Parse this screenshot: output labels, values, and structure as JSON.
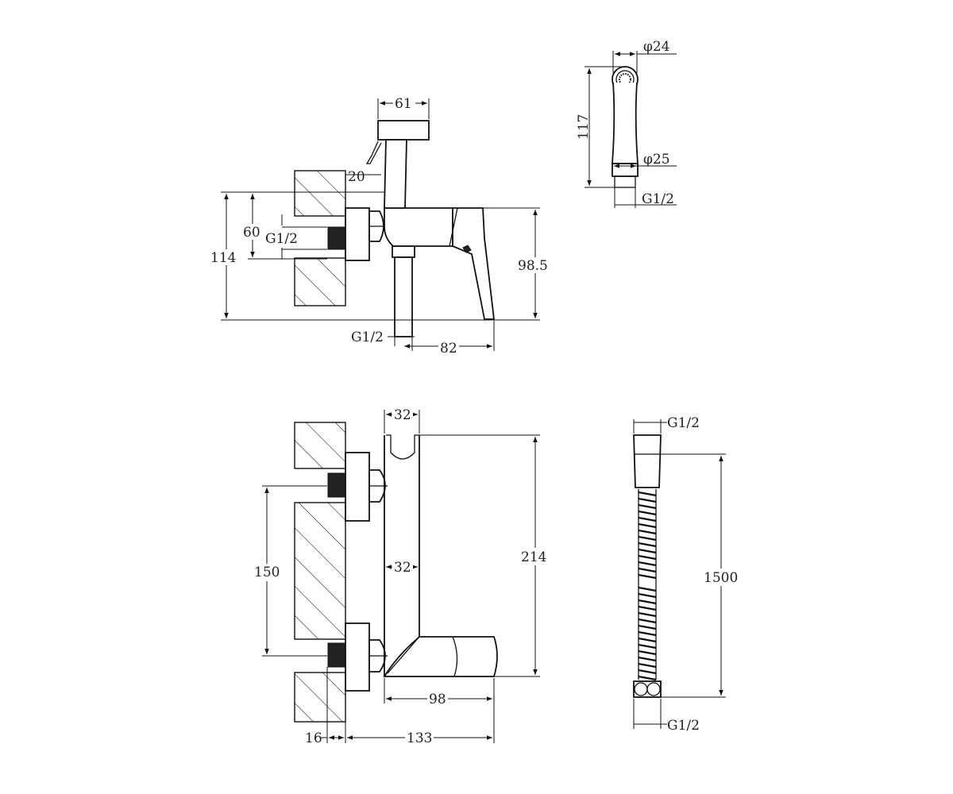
{
  "drawing": {
    "side_view": {
      "dim_hand_width": "61",
      "dim_lever": "20",
      "dim_height": "114",
      "dim_center": "60",
      "dim_inlet_thread": "G1/2",
      "dim_body_height": "98.5",
      "dim_outlet_thread": "G1/2",
      "dim_depth": "82"
    },
    "hand_shower": {
      "dim_head_dia": "φ24",
      "dim_length": "117",
      "dim_neck_dia": "φ25",
      "dim_thread": "G1/2"
    },
    "front_view": {
      "dim_holder_offset": "32",
      "dim_body_offset": "32",
      "dim_total_height": "214",
      "dim_centers": "150",
      "dim_spout_length": "98",
      "dim_wall_offset": "16",
      "dim_total_depth": "133"
    },
    "hose": {
      "dim_top_thread": "G1/2",
      "dim_length": "1500",
      "dim_bottom_thread": "G1/2"
    }
  }
}
